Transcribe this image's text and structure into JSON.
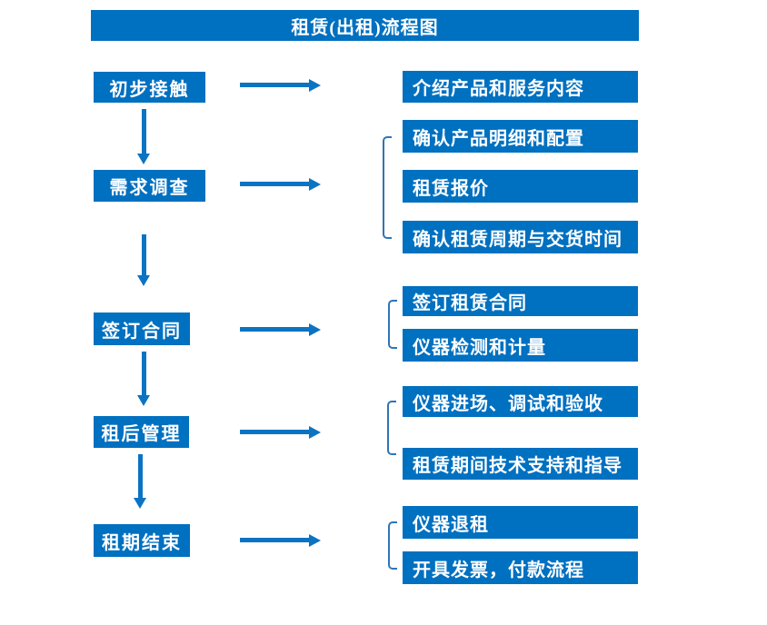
{
  "title": "租赁(出租)流程图",
  "colors": {
    "box_fill": "#0070C0",
    "arrow": "#0C73C2",
    "bracket": "#2E75B6",
    "box_text": "#FFFFFF",
    "background": "#FFFFFF"
  },
  "stages": [
    {
      "label": "初步接触",
      "details": [
        "介绍产品和服务内容"
      ]
    },
    {
      "label": "需求调查",
      "details": [
        "确认产品明细和配置",
        "租赁报价",
        "确认租赁周期与交货时间"
      ]
    },
    {
      "label": "签订合同",
      "details": [
        "签订租赁合同",
        "仪器检测和计量"
      ]
    },
    {
      "label": "租后管理",
      "details": [
        "仪器进场、调试和验收",
        "租赁期间技术支持和指导"
      ]
    },
    {
      "label": "租期结束",
      "details": [
        "仪器退租",
        "开具发票，付款流程"
      ]
    }
  ]
}
